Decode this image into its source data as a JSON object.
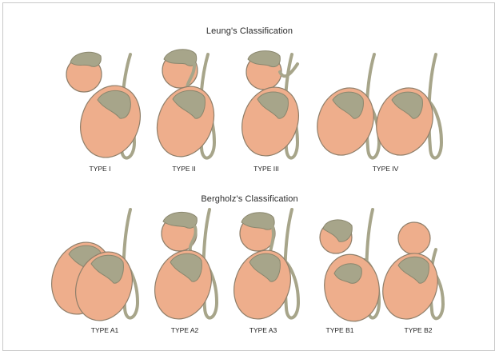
{
  "leung": {
    "title": "Leung's Classification",
    "types": [
      "TYPE I",
      "TYPE II",
      "TYPE III",
      "TYPE IV"
    ]
  },
  "bergholz": {
    "title": "Bergholz's Classification",
    "types": [
      "TYPE A1",
      "TYPE A2",
      "TYPE A3",
      "TYPE B1",
      "TYPE B2"
    ]
  },
  "colors": {
    "testis": "#eeae8c",
    "epididymis": "#a7a58a",
    "outline": "#8f7f6a"
  }
}
